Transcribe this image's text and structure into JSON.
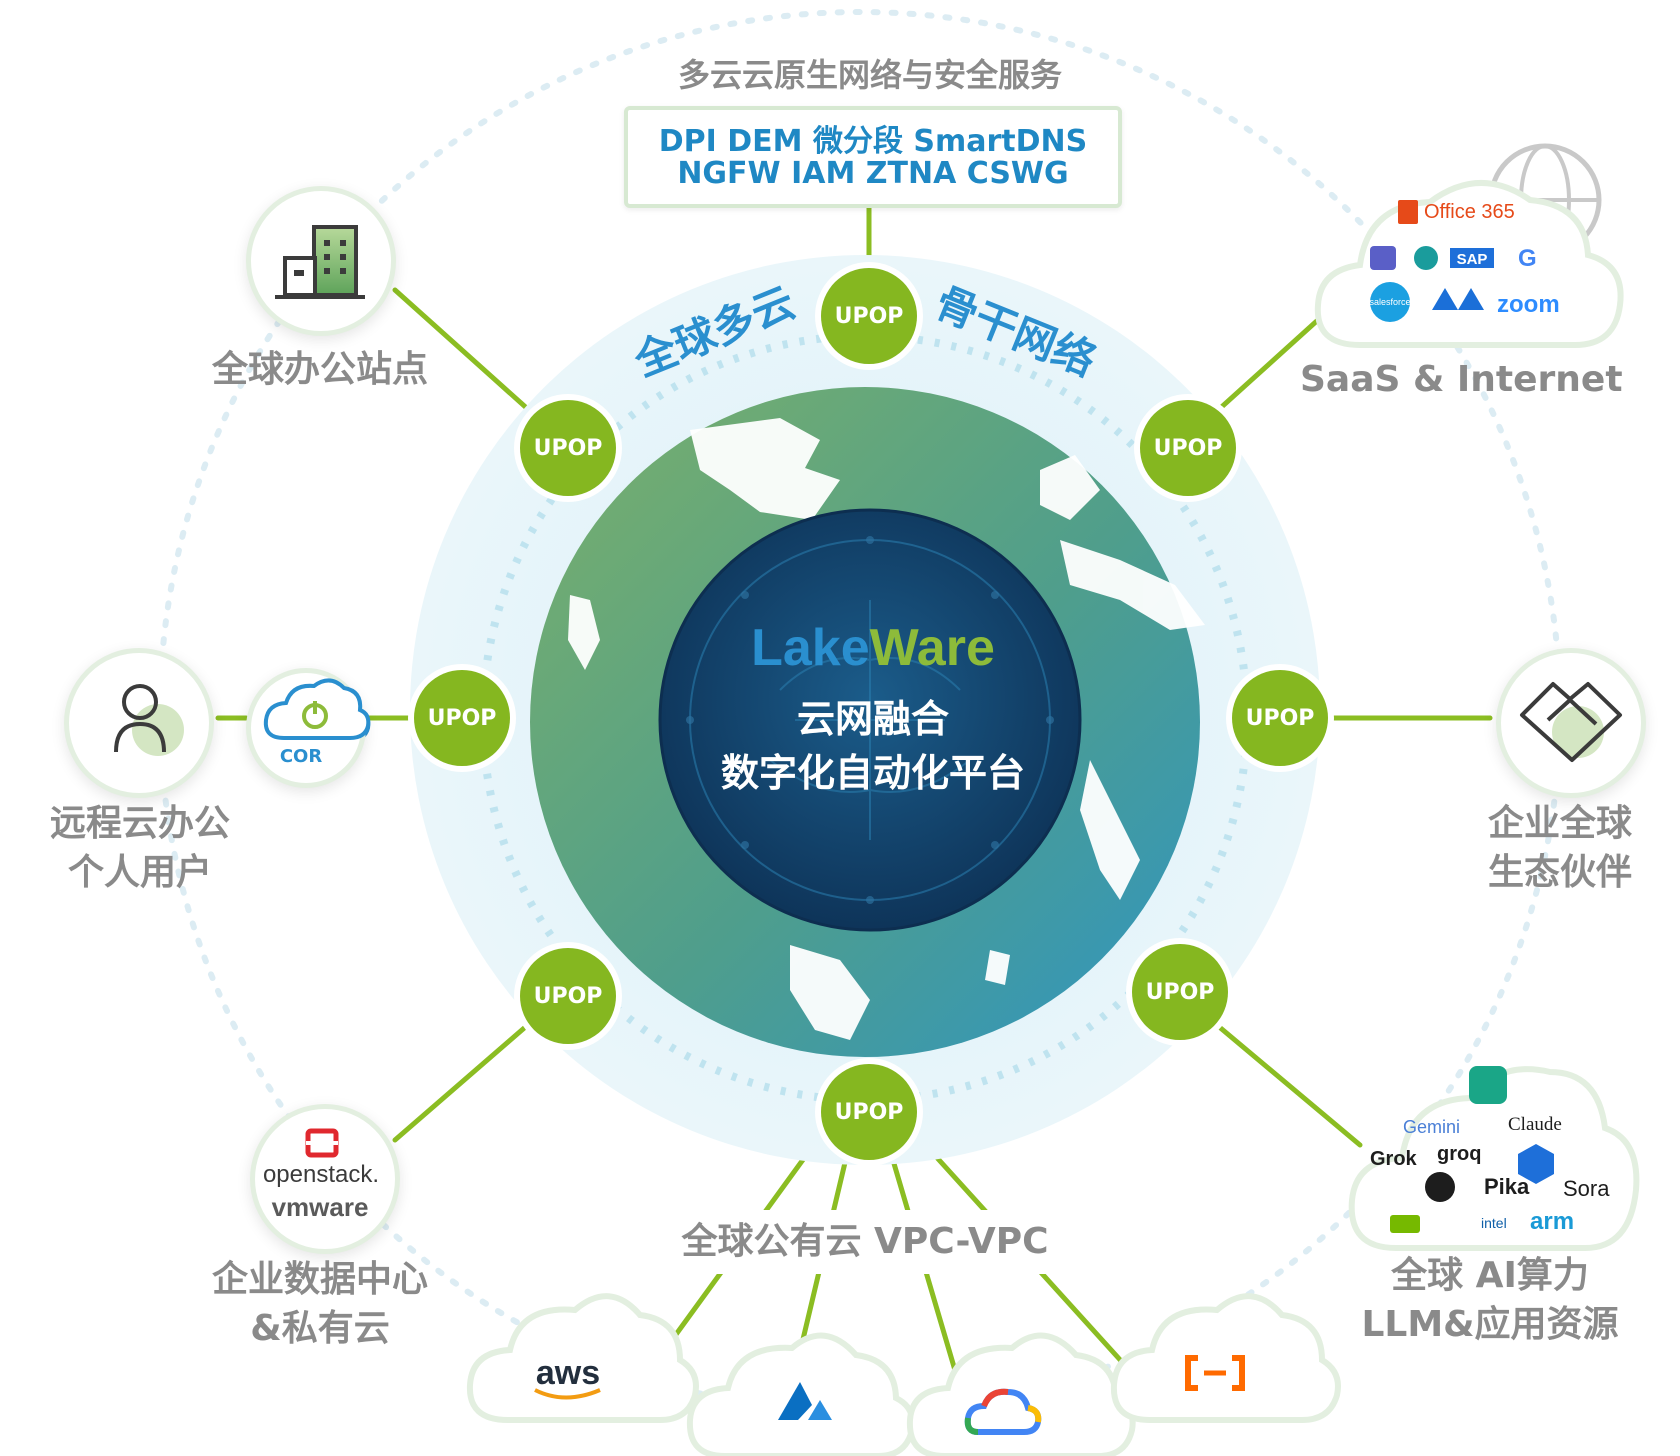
{
  "top_service": {
    "title": "多云云原生网络与安全服务",
    "row1": "DPI  DEM  微分段  SmartDNS",
    "row2": "NGFW  IAM  ZTNA  CSWG"
  },
  "backbone": {
    "left": "全球多云",
    "right": "骨干网络"
  },
  "core": {
    "brand_lake": "Lake",
    "brand_ware": "Ware",
    "line1": "云网融合",
    "line2": "数字化自动化平台"
  },
  "upop_label": "UPOP",
  "nodes": {
    "office": {
      "label": "全球办公站点"
    },
    "saas": {
      "label": "SaaS & Internet"
    },
    "remote": {
      "line1": "远程云办公",
      "line2": "个人用户"
    },
    "cor": {
      "label": "COR"
    },
    "partner": {
      "line1": "企业全球",
      "line2": "生态伙伴"
    },
    "datacenter": {
      "line1": "企业数据中心",
      "line2": "&私有云",
      "logo1": "openstack.",
      "logo2": "vmware"
    },
    "ai": {
      "line1": "全球 AI算力",
      "line2": "LLM&应用资源"
    },
    "public_cloud": {
      "label": "全球公有云  VPC-VPC"
    }
  },
  "saas_logos": {
    "office365": "Office 365",
    "sap": "SAP",
    "google": "G",
    "salesforce": "salesforce",
    "zoom": "zoom"
  },
  "ai_logos": {
    "gemini": "Gemini",
    "claude": "Claude",
    "grok": "Grok",
    "groq": "groq",
    "pika": "Pika",
    "sora": "Sora",
    "intel": "intel",
    "arm": "arm"
  },
  "cloud_logos": {
    "aws": "aws"
  },
  "colors": {
    "upop": "#85b720",
    "link": "#8bbd22",
    "label": "#8a8a8a",
    "service_text": "#1f88c4",
    "brand_lake": "#2a8fcf",
    "brand_ware": "#8dbb3a",
    "core_bg": "#123f68"
  }
}
